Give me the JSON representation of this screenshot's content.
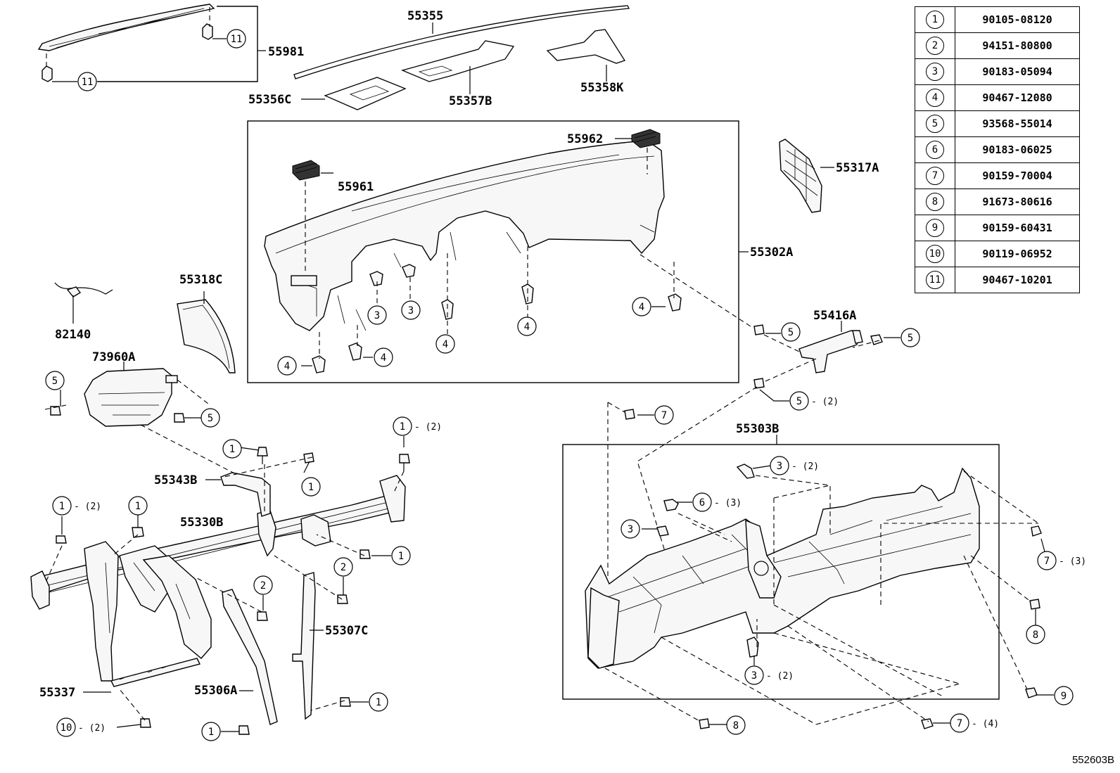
{
  "title": "",
  "diagram_id": "552603B",
  "part_labels": {
    "p55355": "55355",
    "p55981": "55981",
    "p55356C": "55356C",
    "p55357B": "55357B",
    "p55358K": "55358K",
    "p55962": "55962",
    "p55961": "55961",
    "p55317A": "55317A",
    "p55302A": "55302A",
    "p55318C": "55318C",
    "p82140": "82140",
    "p73960A": "73960A",
    "p55416A": "55416A",
    "p55303B": "55303B",
    "p55343B": "55343B",
    "p55330B": "55330B",
    "p55307C": "55307C",
    "p55337": "55337",
    "p55306A": "55306A"
  },
  "callouts": {
    "n1": "1",
    "n2": "2",
    "n3": "3",
    "n4": "4",
    "n5": "5",
    "n6": "6",
    "n7": "7",
    "n8": "8",
    "n9": "9",
    "n10": "10",
    "n11": "11"
  },
  "quantities": {
    "q2": "- (2)",
    "q3": "- (3)",
    "q4": "- (4)"
  },
  "legend": [
    {
      "key": "1",
      "part_number": "90105-08120"
    },
    {
      "key": "2",
      "part_number": "94151-80800"
    },
    {
      "key": "3",
      "part_number": "90183-05094"
    },
    {
      "key": "4",
      "part_number": "90467-12080"
    },
    {
      "key": "5",
      "part_number": "93568-55014"
    },
    {
      "key": "6",
      "part_number": "90183-06025"
    },
    {
      "key": "7",
      "part_number": "90159-70004"
    },
    {
      "key": "8",
      "part_number": "91673-80616"
    },
    {
      "key": "9",
      "part_number": "90159-60431"
    },
    {
      "key": "10",
      "part_number": "90119-06952"
    },
    {
      "key": "11",
      "part_number": "90467-10201"
    }
  ]
}
